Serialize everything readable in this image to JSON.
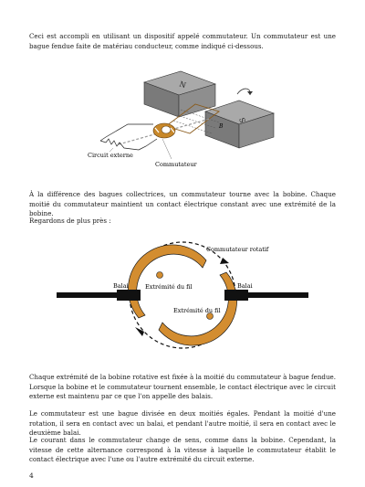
{
  "paragraphs": {
    "p1": "Ceci est accompli en utilisant un dispositif appelé commutateur. Un commutateur est une bague fendue faite de matériau conducteur, comme indiqué ci-dessous.",
    "p2": "À la différence des bagues collectrices, un commutateur tourne avec la bobine. Chaque moitié du commutateur maintient un contact électrique constant avec une extrémité de la bobine.",
    "p3": "Regardons de plus près :",
    "p4": "Chaque extrémité de la bobine rotative est fixée à la moitié du commutateur à bague fendue. Lorsque la bobine et le commutateur tournent ensemble, le contact électrique avec le circuit externe est maintenu par ce que l'on appelle des balais.",
    "p5": "Le commutateur est une bague divisée en deux moitiés égales. Pendant la moitié d'une rotation, il sera en contact avec un balai, et pendant l'autre moitié, il sera en contact avec le deuxième balai.",
    "p6": "Le courant dans le commutateur change de sens, comme dans la bobine. Cependant, la vitesse de cette alternance correspond à la vitesse à laquelle le commutateur établit le contact électrique avec l'une ou l'autre extrémité du circuit externe."
  },
  "figure1": {
    "magnet_north": "N",
    "magnet_south": "S",
    "field_label": "B",
    "label_circuit": "Circuit externe",
    "label_commutator": "Commutateur",
    "commutator_color": "#c8882a"
  },
  "figure2": {
    "label_rotating": "Commutateur rotatif",
    "label_brush_left": "Balai",
    "label_brush_right": "Balai",
    "label_wire_end_top": "Extrémité du fil",
    "label_wire_end_bottom": "Extrémité du fil",
    "ring_color": "#d38d30"
  },
  "page_number": "4"
}
